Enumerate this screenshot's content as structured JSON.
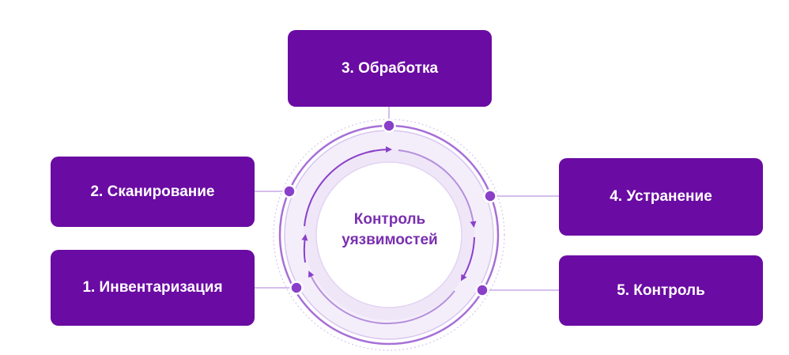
{
  "diagram": {
    "center": {
      "line1": "Контроль",
      "line2": "уязвимостей"
    },
    "steps": [
      {
        "id": "step-1",
        "label": "1. Инвентаризация"
      },
      {
        "id": "step-2",
        "label": "2. Сканирование"
      },
      {
        "id": "step-3",
        "label": "3. Обработка"
      },
      {
        "id": "step-4",
        "label": "4. Устранение"
      },
      {
        "id": "step-5",
        "label": "5. Контроль"
      }
    ]
  },
  "colors": {
    "box_fill": "#6a0ba3",
    "ring_primary": "#8a3fc9",
    "ring_light": "#d9c6ee",
    "center_fill": "#ffffff",
    "center_text": "#7a2fb0",
    "connector": "#c9a8e6"
  }
}
